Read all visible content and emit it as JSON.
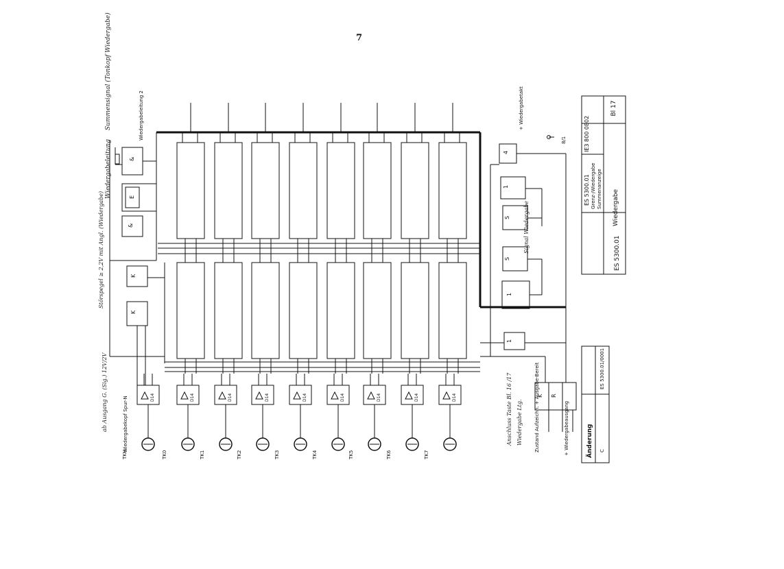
{
  "page": {
    "number": "7"
  },
  "title_block": {
    "doc_number": "ES 5300.01",
    "sheet_title": "Wiedergabe",
    "sheet": "Bl 17",
    "drawing_title_line1": "ES 5300.01",
    "drawing_title_line2": "Grenz-/Wiedergabe",
    "drawing_title_line3": "Summenanzeige",
    "drawing_no": "IE3 800 0802",
    "revision_box_title": "Änderung",
    "revision_box_text": "ES 5300.01/0001",
    "revision_index": "C"
  },
  "side_labels": {
    "wiedergabe_sum": "Summensignal (Tonkopf Wiedergabe)",
    "wiedergabe_leitung": "Wiedergabeleitung 2",
    "wiederg_leitung_label": "Wiedergabeleitung",
    "schwellpegel": "Störspegel  ≥ 2,2V  mit Angl. (Wiedergabe)",
    "ausgang_label": "ab Ausgang G.  (Sig.)  12V/2V",
    "wiedergabekopf": "Wiedergabekopf Spur-N",
    "anschluss_label": "Anschluss Taste Bl. 16 /17",
    "wiedergabe_ltg": "Wiedergabe Ltg.",
    "zustand_label": "Zustand Aufzeichn. + Ausgabe-Bereit",
    "signal_wiedergabe": "Signal Wiedergabe",
    "wiedergabe_ausgang": "+ Wiedergabeausgang",
    "wiedergabetakt": "+ Wiedergabetakt"
  },
  "channel_labels": [
    "TKH",
    "TK0",
    "TK1",
    "TK2",
    "TK3",
    "TK4",
    "TK5",
    "TK6",
    "TK7"
  ],
  "amplifier_labels": [
    "D14",
    "D14",
    "D14",
    "D14",
    "D14",
    "D14",
    "D14",
    "D14",
    "D14"
  ],
  "logic_blocks": {
    "gate_a": "&",
    "gate_b": "&",
    "gate_e": "E",
    "gate_k": "K",
    "ff_1": "1",
    "ff_2": "1",
    "ff_s": "S",
    "gate_4": "4",
    "gate_u": "1",
    "gate_k2": "K",
    "gate_r": "R"
  },
  "legend": {
    "mark": "8/1"
  }
}
